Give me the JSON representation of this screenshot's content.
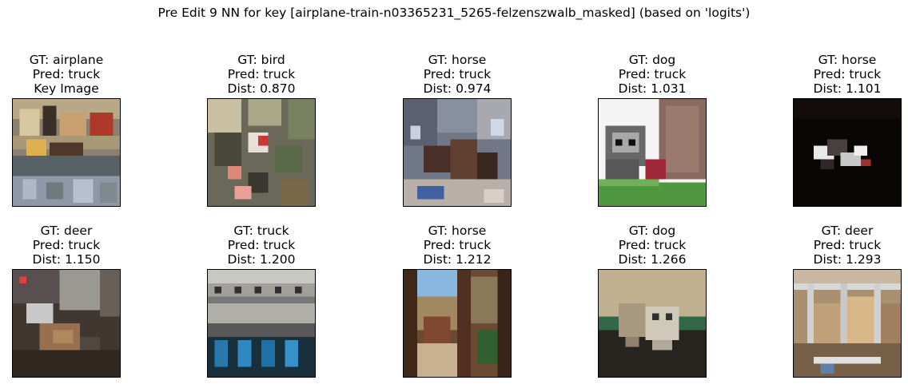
{
  "figure": {
    "title": "Pre Edit 9 NN for key [airplane-train-n03365231_5265-felzenszwalb_masked] (based on 'logits')"
  },
  "panels": [
    {
      "gt": "GT: airplane",
      "pred": "Pred: truck",
      "extra": "Key Image",
      "thumb": "busy-outdoor-scene"
    },
    {
      "gt": "GT: bird",
      "pred": "Pred: truck",
      "extra": "Dist: 0.870",
      "thumb": "garden-with-flowers"
    },
    {
      "gt": "GT: horse",
      "pred": "Pred: truck",
      "extra": "Dist: 0.974",
      "thumb": "street-with-horse-cart"
    },
    {
      "gt": "GT: dog",
      "pred": "Pred: truck",
      "extra": "Dist: 1.031",
      "thumb": "gray-dog-near-wall"
    },
    {
      "gt": "GT: horse",
      "pred": "Pred: truck",
      "extra": "Dist: 1.101",
      "thumb": "dark-scene-white-horse"
    },
    {
      "gt": "GT: deer",
      "pred": "Pred: truck",
      "extra": "Dist: 1.150",
      "thumb": "deer-in-room"
    },
    {
      "gt": "GT: truck",
      "pred": "Pred: truck",
      "extra": "Dist: 1.200",
      "thumb": "blue-crates-rows"
    },
    {
      "gt": "GT: horse",
      "pred": "Pred: truck",
      "extra": "Dist: 1.212",
      "thumb": "horse-through-doorway"
    },
    {
      "gt": "GT: dog",
      "pred": "Pred: truck",
      "extra": "Dist: 1.266",
      "thumb": "small-dogs-on-floor"
    },
    {
      "gt": "GT: deer",
      "pred": "Pred: truck",
      "extra": "Dist: 1.293",
      "thumb": "deer-behind-fence"
    }
  ]
}
